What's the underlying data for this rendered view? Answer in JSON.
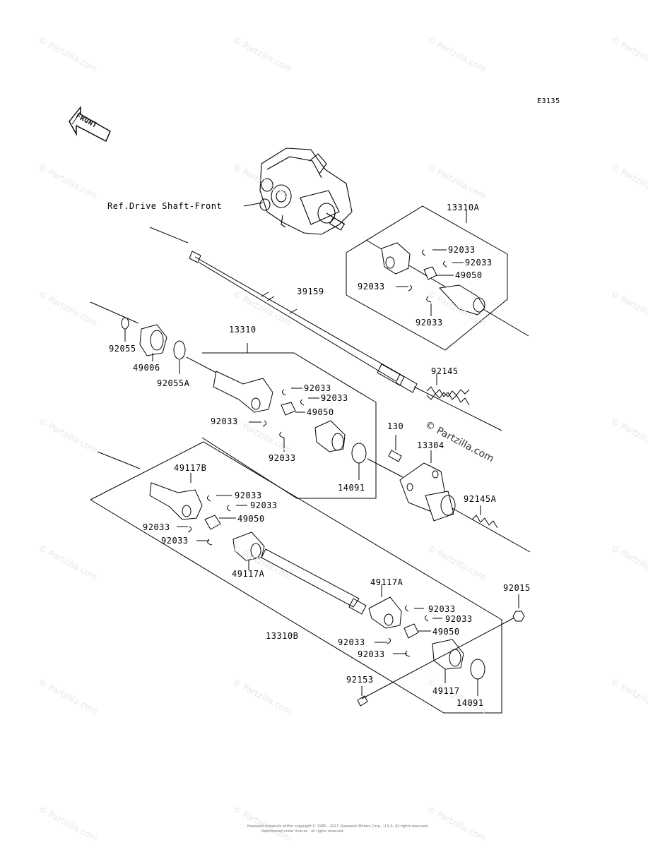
{
  "diagram_code": "E3135",
  "front_label": "FRONT",
  "watermark": "© Partzilla.com",
  "watermark_main": "© Partzilla.com",
  "labels": {
    "ref_drive_shaft_front": "Ref.Drive Shaft-Front",
    "p13310A": "13310A",
    "p92033_a1": "92033",
    "p92033_a2": "92033",
    "p49050_a": "49050",
    "p92033_a3": "92033",
    "p92033_a4": "92033",
    "p39159": "39159",
    "p92055": "92055",
    "p49006": "49006",
    "p92055A": "92055A",
    "p13310": "13310",
    "p92033_b1": "92033",
    "p92033_b2": "92033",
    "p49050_b": "49050",
    "p92033_b3": "92033",
    "p92033_b4": "92033",
    "p92145": "92145",
    "p130": "130",
    "p13304": "13304",
    "p14091_a": "14091",
    "p49117B": "49117B",
    "p92033_c1": "92033",
    "p92033_c2": "92033",
    "p49050_c": "49050",
    "p92033_c3": "92033",
    "p92033_c4": "92033",
    "p49117A_a": "49117A",
    "p92145A": "92145A",
    "p92015": "92015",
    "p49117A_b": "49117A",
    "p92033_d1": "92033",
    "p92033_d2": "92033",
    "p49050_d": "49050",
    "p92033_d3": "92033",
    "p92033_d4": "92033",
    "p13310B": "13310B",
    "p92153": "92153",
    "p49117": "49117",
    "p14091_b": "14091"
  },
  "footer_line1": "Kawasaki materials within copyright © 1985 - 2017, Kawasaki Motors Corp., U.S.A. All rights reserved.",
  "footer_line2": "Reproduced under license - all rights reserved."
}
